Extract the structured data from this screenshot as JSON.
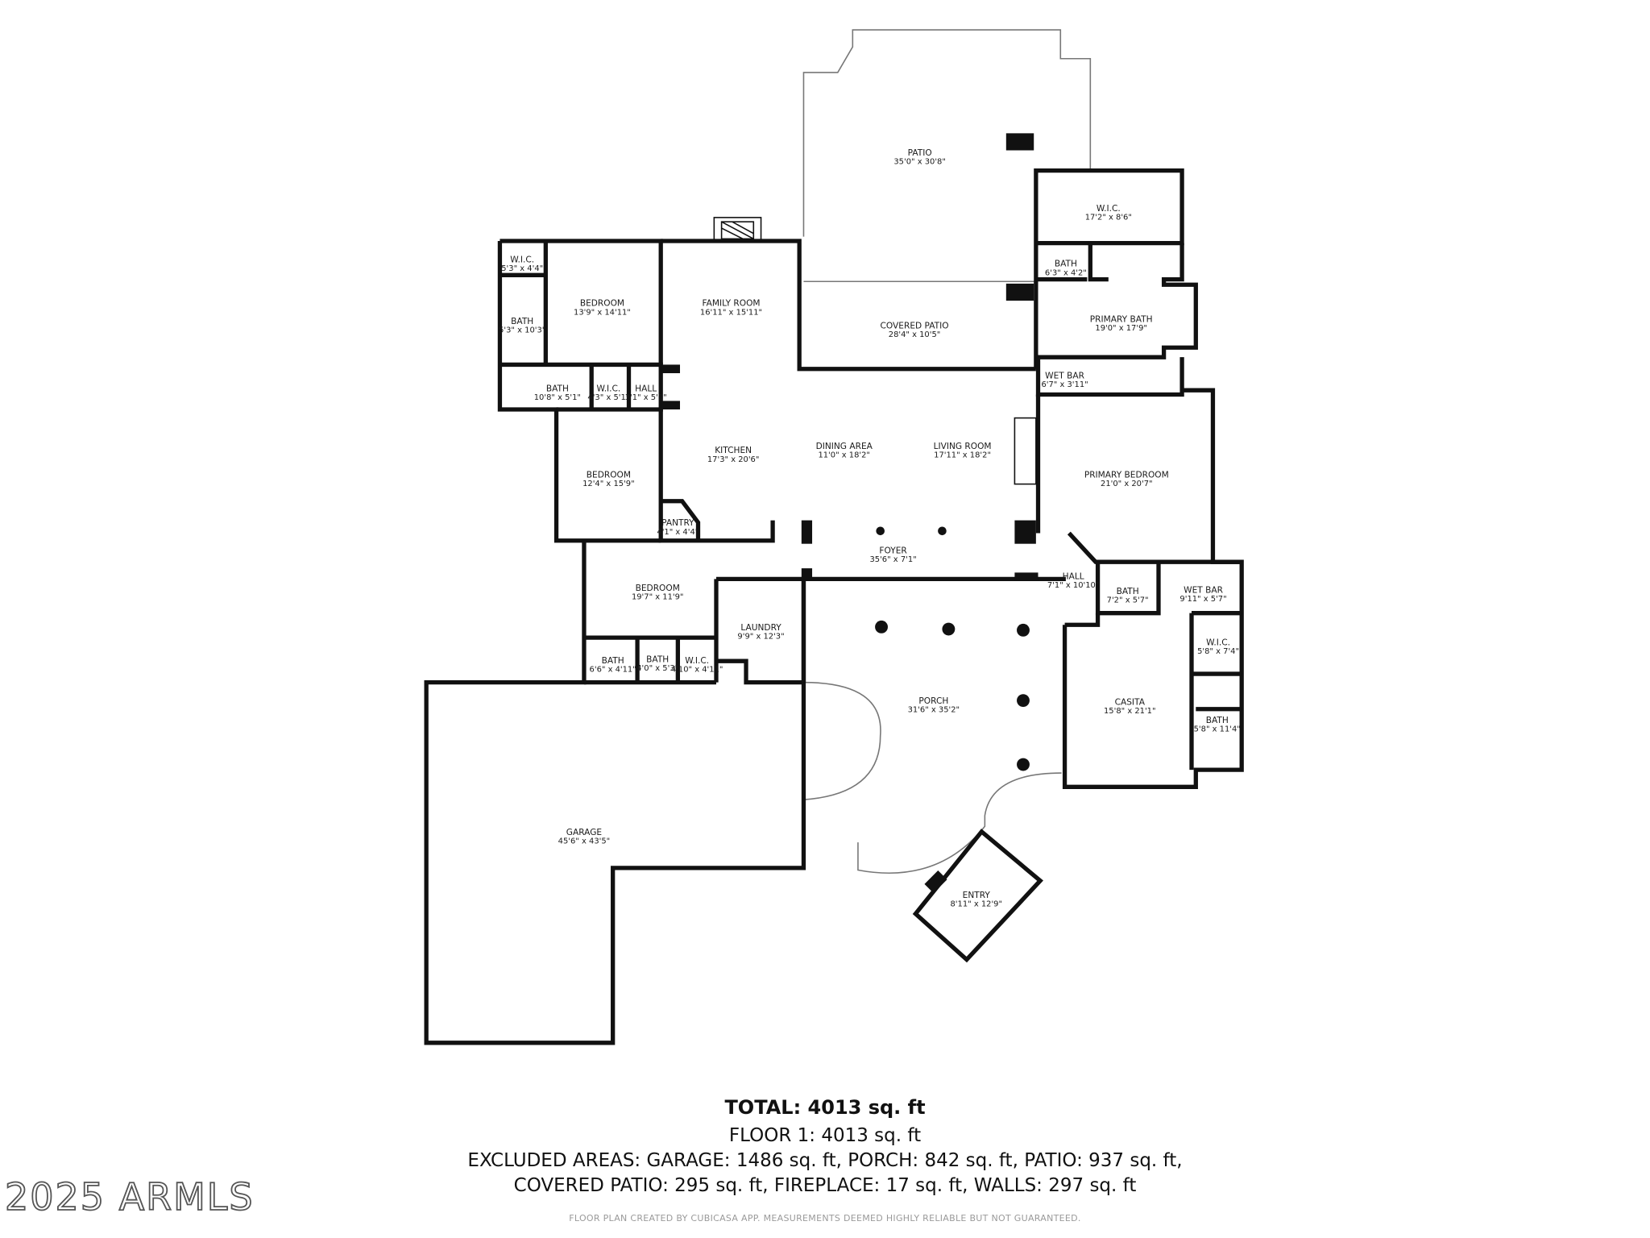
{
  "rooms": [
    {
      "id": "patio",
      "name": "PATIO",
      "dims": "35'0\" x 30'8\""
    },
    {
      "id": "wic-primary",
      "name": "W.I.C.",
      "dims": "17'2\" x 8'6\""
    },
    {
      "id": "bath-primary-small",
      "name": "BATH",
      "dims": "6'3\" x 4'2\""
    },
    {
      "id": "primary-bath",
      "name": "PRIMARY BATH",
      "dims": "19'0\" x 17'9\""
    },
    {
      "id": "wet-bar-1",
      "name": "WET BAR",
      "dims": "6'7\" x 3'11\""
    },
    {
      "id": "wic-1",
      "name": "W.I.C.",
      "dims": "5'3\" x 4'4\""
    },
    {
      "id": "bath-1",
      "name": "BATH",
      "dims": "5'3\" x 10'3\""
    },
    {
      "id": "bedroom-1",
      "name": "BEDROOM",
      "dims": "13'9\" x 14'11\""
    },
    {
      "id": "family-room",
      "name": "FAMILY ROOM",
      "dims": "16'11\" x 15'11\""
    },
    {
      "id": "covered-patio",
      "name": "COVERED PATIO",
      "dims": "28'4\" x 10'5\""
    },
    {
      "id": "bath-2",
      "name": "BATH",
      "dims": "10'8\" x 5'1\""
    },
    {
      "id": "wic-2",
      "name": "W.I.C.",
      "dims": "4'3\" x 5'1\""
    },
    {
      "id": "hall-1",
      "name": "HALL",
      "dims": "3'1\" x 5'1\""
    },
    {
      "id": "kitchen",
      "name": "KITCHEN",
      "dims": "17'3\" x 20'6\""
    },
    {
      "id": "dining-area",
      "name": "DINING AREA",
      "dims": "11'0\" x 18'2\""
    },
    {
      "id": "living-room",
      "name": "LIVING ROOM",
      "dims": "17'11\" x 18'2\""
    },
    {
      "id": "primary-bedroom",
      "name": "PRIMARY BEDROOM",
      "dims": "21'0\" x 20'7\""
    },
    {
      "id": "bedroom-2",
      "name": "BEDROOM",
      "dims": "12'4\" x 15'9\""
    },
    {
      "id": "pantry",
      "name": "PANTRY",
      "dims": "4'1\" x 4'4\""
    },
    {
      "id": "foyer",
      "name": "FOYER",
      "dims": "35'6\" x 7'1\""
    },
    {
      "id": "hall-2",
      "name": "HALL",
      "dims": "7'1\" x 10'10\""
    },
    {
      "id": "bath-3",
      "name": "BATH",
      "dims": "7'2\" x 5'7\""
    },
    {
      "id": "wet-bar-2",
      "name": "WET BAR",
      "dims": "9'11\" x 5'7\""
    },
    {
      "id": "bedroom-3",
      "name": "BEDROOM",
      "dims": "19'7\" x 11'9\""
    },
    {
      "id": "laundry",
      "name": "LAUNDRY",
      "dims": "9'9\" x 12'3\""
    },
    {
      "id": "wic-3",
      "name": "W.I.C.",
      "dims": "5'8\" x 7'4\""
    },
    {
      "id": "bath-4",
      "name": "BATH",
      "dims": "6'6\" x 4'11\""
    },
    {
      "id": "bath-5",
      "name": "BATH",
      "dims": "4'0\" x 5'3\""
    },
    {
      "id": "wic-4",
      "name": "W.I.C.",
      "dims": "4'10\" x 4'11\""
    },
    {
      "id": "porch",
      "name": "PORCH",
      "dims": "31'6\" x 35'2\""
    },
    {
      "id": "casita",
      "name": "CASITA",
      "dims": "15'8\" x 21'1\""
    },
    {
      "id": "bath-6",
      "name": "BATH",
      "dims": "5'8\" x 11'4\""
    },
    {
      "id": "garage",
      "name": "GARAGE",
      "dims": "45'6\" x 43'5\""
    },
    {
      "id": "entry",
      "name": "ENTRY",
      "dims": "8'11\" x 12'9\""
    }
  ],
  "summary": {
    "total": "TOTAL: 4013 sq. ft",
    "floor1": "FLOOR 1: 4013 sq. ft",
    "excluded_line1": "EXCLUDED AREAS: GARAGE: 1486 sq. ft, PORCH: 842 sq. ft, PATIO: 937 sq. ft,",
    "excluded_line2": "COVERED PATIO: 295 sq. ft, FIREPLACE: 17 sq. ft, WALLS: 297 sq. ft"
  },
  "disclaimer": "FLOOR PLAN CREATED BY CUBICASA APP. MEASUREMENTS DEEMED HIGHLY RELIABLE BUT NOT GUARANTEED.",
  "watermark": "2025 ARMLS"
}
